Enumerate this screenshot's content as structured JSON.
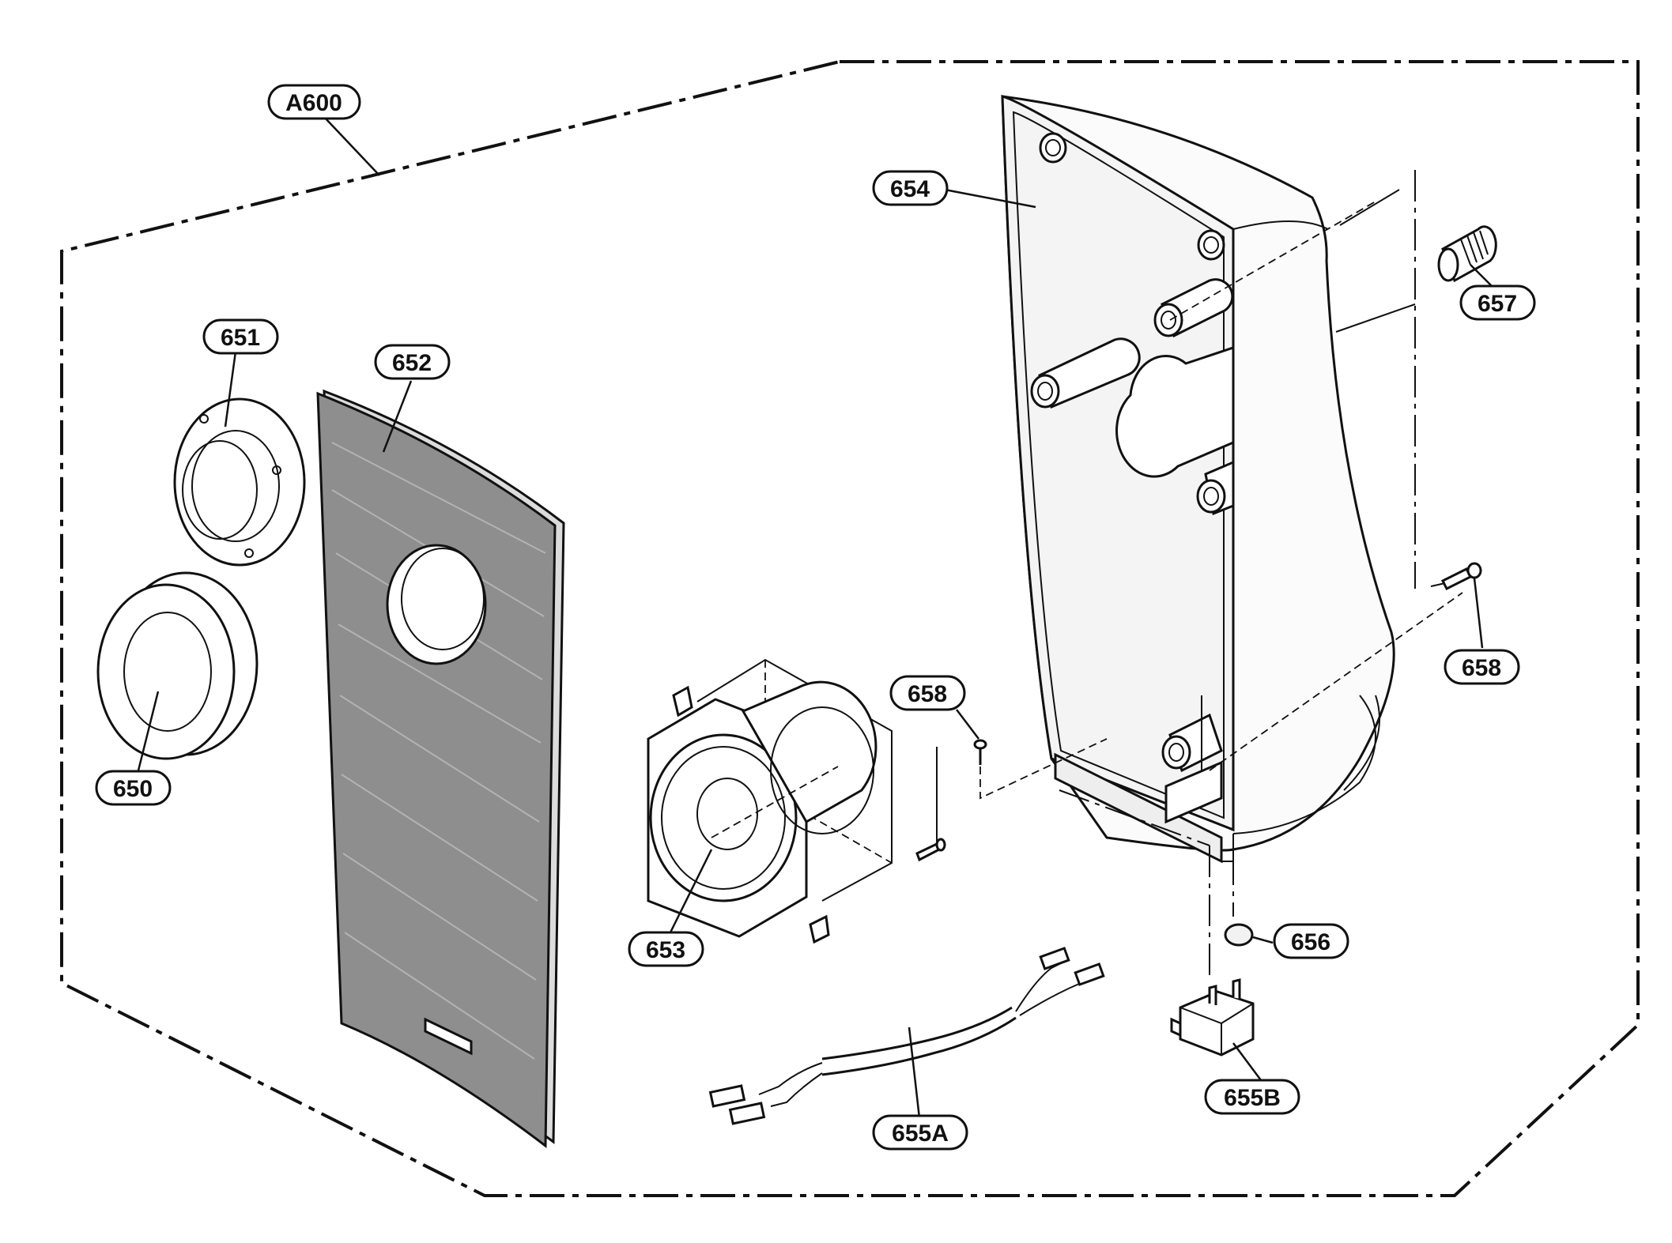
{
  "diagram": {
    "assembly_boundary_style": "dash-dot",
    "colors": {
      "ink": "#111111",
      "background": "#ffffff",
      "grille_fill": "#8e8e8e",
      "part_fill": "#f4f4f4"
    },
    "callouts": [
      {
        "id": "a600",
        "text": "A600",
        "part": "speaker assembly"
      },
      {
        "id": "p651",
        "text": "651",
        "part": "port flange ring"
      },
      {
        "id": "p650",
        "text": "650",
        "part": "port tube ring"
      },
      {
        "id": "p652",
        "text": "652",
        "part": "front grille panel"
      },
      {
        "id": "p653",
        "text": "653",
        "part": "speaker driver"
      },
      {
        "id": "p654",
        "text": "654",
        "part": "cabinet"
      },
      {
        "id": "p657",
        "text": "657",
        "part": "knob"
      },
      {
        "id": "p658a",
        "text": "658",
        "part": "screw (driver)"
      },
      {
        "id": "p658b",
        "text": "658",
        "part": "screw (cabinet)"
      },
      {
        "id": "p655a",
        "text": "655A",
        "part": "lead wire"
      },
      {
        "id": "p655b",
        "text": "655B",
        "part": "terminal"
      },
      {
        "id": "p656",
        "text": "656",
        "part": "foot"
      }
    ]
  }
}
